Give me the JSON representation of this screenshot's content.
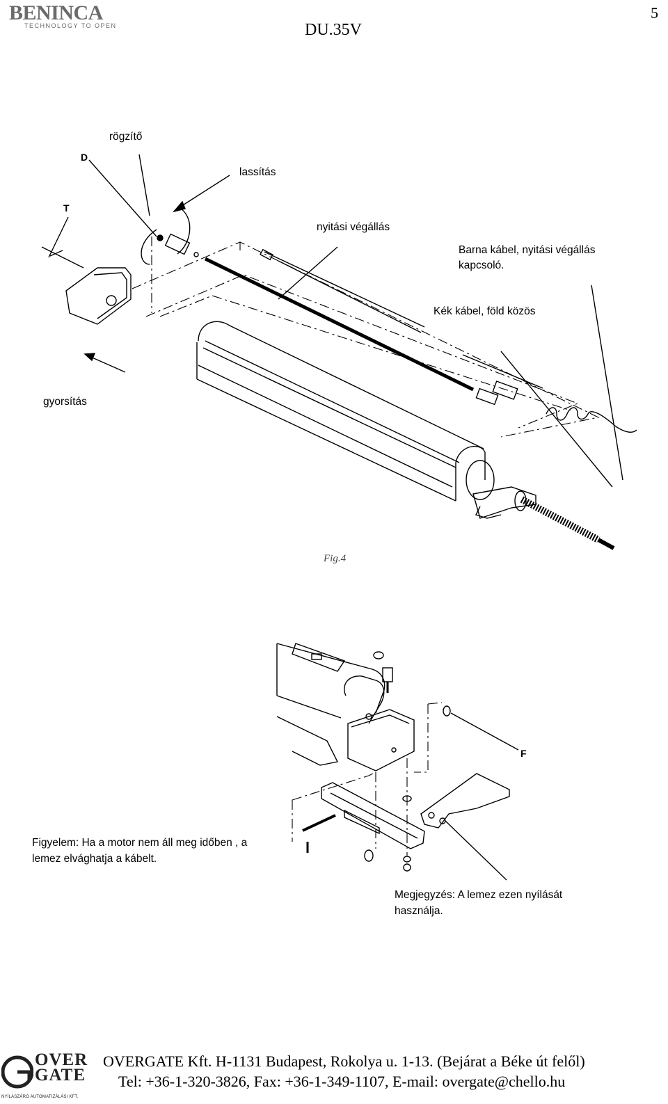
{
  "header": {
    "logo_brand": "BENINCA",
    "logo_tagline": "TECHNOLOGY TO OPEN",
    "title": "DU.35V",
    "page_number": "5"
  },
  "figure_top": {
    "labels": {
      "rogzito": "rögzítő",
      "D": "D",
      "lassitas": "lassítás",
      "T": "T",
      "nyitasi_vegallas": "nyitási végállás",
      "barna_kabel_1": "Barna kábel, nyitási végállás",
      "barna_kabel_2": "kapcsoló.",
      "kek_kabel": "Kék kábel, föld közös",
      "gyorsitas": "gyorsítás"
    },
    "caption": "Fig.4"
  },
  "figure_bottom": {
    "label_F": "F",
    "warning_1": "Figyelem: Ha a motor nem áll meg időben , a",
    "warning_2": "lemez elvághatja a kábelt.",
    "note_1": "Megjegyzés: A lemez ezen nyílását",
    "note_2": "használja."
  },
  "footer": {
    "logo_line1": "OVER",
    "logo_line2": "GATE",
    "logo_sub": "NYÍLÁSZÁRÓ AUTOMATIZÁLÁSI KFT.",
    "address": "OVERGATE Kft. H-1131 Budapest, Rokolya u. 1-13. (Bejárat a Béke út felől)",
    "contact": "Tel: +36-1-320-3826, Fax: +36-1-349-1107, E-mail: overgate@chello.hu"
  }
}
